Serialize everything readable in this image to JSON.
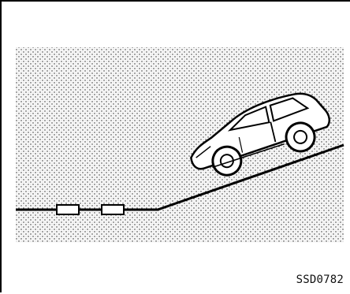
{
  "figure": {
    "code": "SSD0782"
  },
  "illustration": {
    "scene": "vehicle-driving-up-slope",
    "background_pattern": "stipple-texture",
    "markers": 2
  }
}
